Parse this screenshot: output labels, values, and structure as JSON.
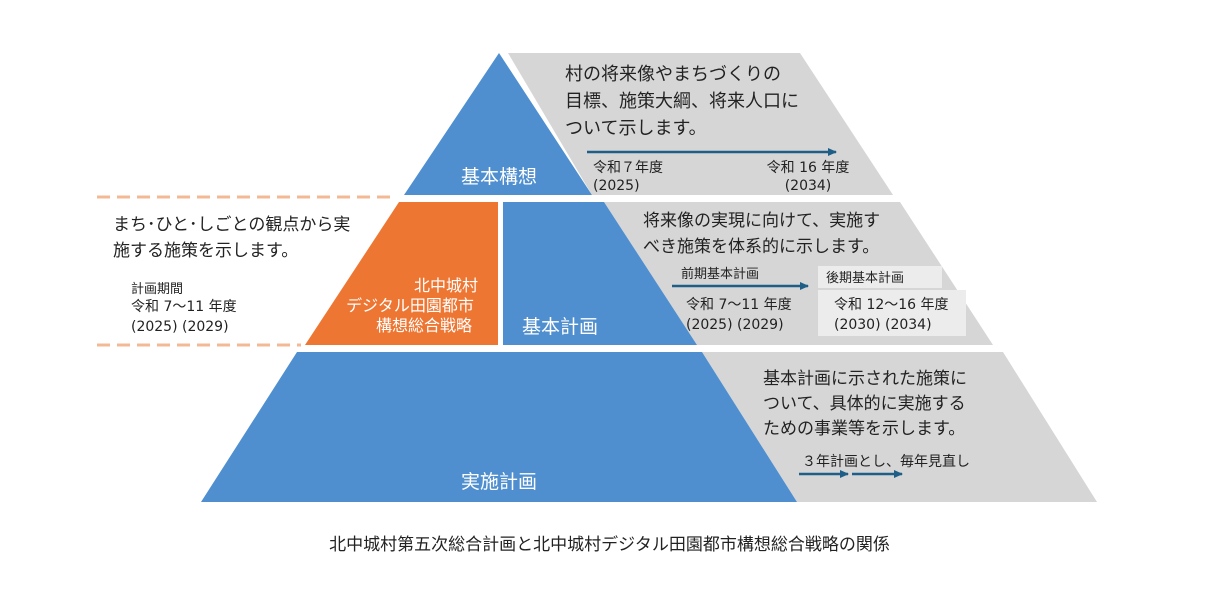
{
  "colors": {
    "pyramid_blue": "#4f8fcf",
    "strategy_orange": "#ee7633",
    "panel_gray": "#d6d6d6",
    "arrow_navy": "#1f5e86",
    "dash_orange": "#f3b994",
    "label_box": "#ececec"
  },
  "tiers": {
    "top": {
      "label": "基本構想",
      "description": [
        "村の将来像やまちづくりの",
        "目標、施策大綱、将来人口に",
        "ついて示します。"
      ],
      "start": [
        "令和７年度",
        "(2025)"
      ],
      "end": [
        "令和 16 年度",
        "(2034)"
      ]
    },
    "middle": {
      "label": "基本計画",
      "description": [
        "将来像の実現に向けて、実施す",
        "べき施策を体系的に示します。"
      ],
      "early_plan": {
        "title": "前期基本計画",
        "period": [
          "令和 7～11 年度",
          "(2025) (2029)"
        ]
      },
      "late_plan": {
        "title": "後期基本計画",
        "period": [
          "令和 12～16 年度",
          "(2030) (2034)"
        ]
      }
    },
    "bottom": {
      "label": "実施計画",
      "description": [
        "基本計画に示された施策に",
        "ついて、具体的に実施する",
        "ための事業等を示します。"
      ],
      "note": "３年計画とし、毎年見直し"
    }
  },
  "strategy": {
    "label": [
      "北中城村",
      "デジタル田園都市",
      "構想総合戦略"
    ],
    "description": [
      "まち･ひと･しごとの観点から実",
      "施する施策を示します。"
    ],
    "period_title": "計画期間",
    "period": [
      "令和 7～11 年度",
      "(2025) (2029)"
    ]
  },
  "caption": "北中城村第五次総合計画と北中城村デジタル田園都市構想総合戦略の関係",
  "icons": [
    "arrow-right-icon"
  ]
}
